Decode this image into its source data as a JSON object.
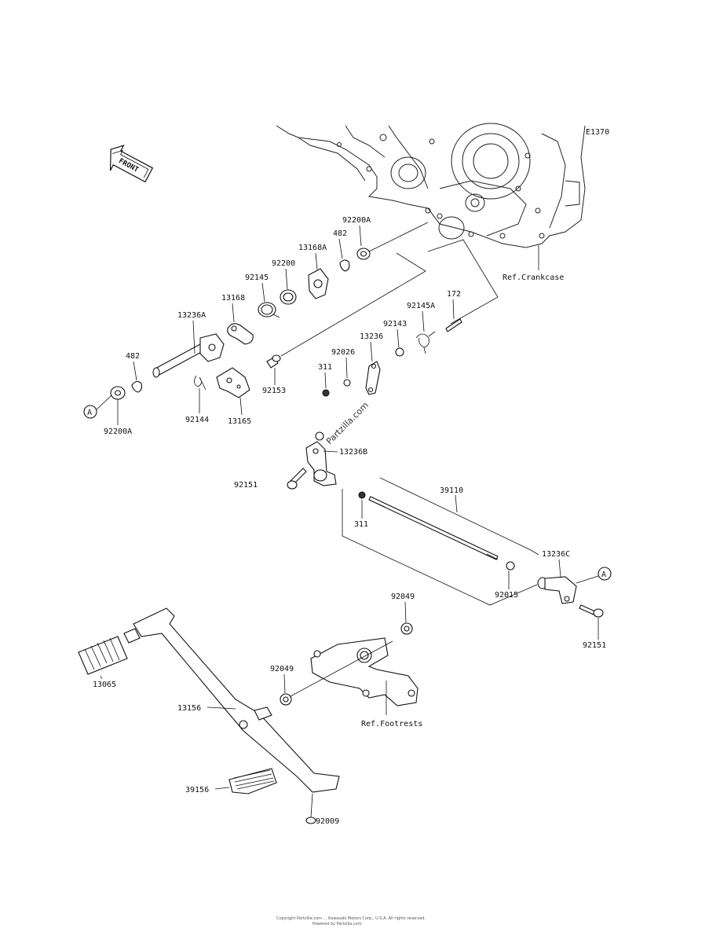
{
  "figure_code": "E1370",
  "front_label": "FRONT",
  "watermark": "Partzilla.com",
  "ref_labels": {
    "crankcase": "Ref.Crankcase",
    "footrests": "Ref.Footrests"
  },
  "callout_marker": "A",
  "parts": {
    "p92200A_top": "92200A",
    "p482_top": "482",
    "p13168A": "13168A",
    "p92200": "92200",
    "p92145": "92145",
    "p13168": "13168",
    "p13236A": "13236A",
    "p482_left": "482",
    "p92200A_left": "92200A",
    "p92144": "92144",
    "p13165": "13165",
    "p92153": "92153",
    "p311_upper": "311",
    "p92026": "92026",
    "p13236": "13236",
    "p92143": "92143",
    "p92145A": "92145A",
    "p172": "172",
    "p13236B": "13236B",
    "p92151_left": "92151",
    "p39110": "39110",
    "p311_lower": "311",
    "p92015": "92015",
    "p13236C": "13236C",
    "p92151_right": "92151",
    "p92049_top": "92049",
    "p92049_mid": "92049",
    "p13065": "13065",
    "p13156": "13156",
    "p39156": "39156",
    "p92009": "92009"
  },
  "copyright_line1": "Copyright Partzilla.com ... Kawasaki Motors Corp., U.S.A. All rights reserved.",
  "copyright_line2": "Powered by Partzilla.com"
}
